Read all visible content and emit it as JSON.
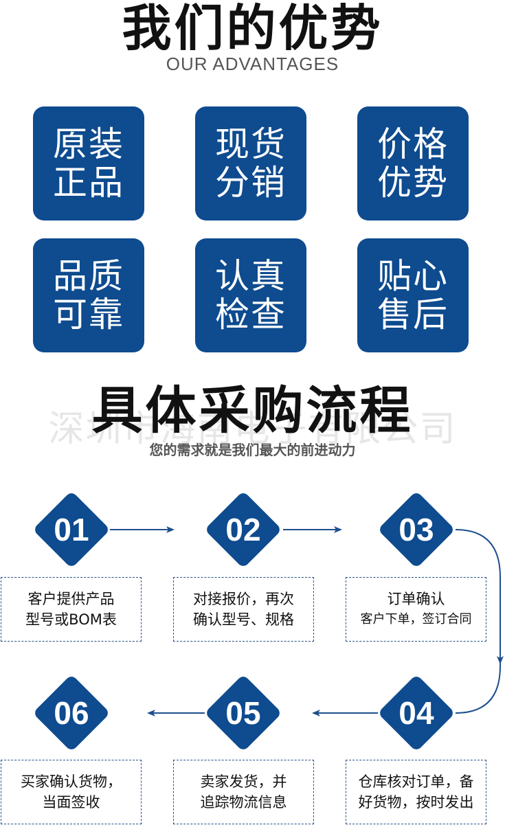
{
  "header": {
    "title": "我们的优势",
    "subtitle": "OUR ADVANTAGES"
  },
  "advantages": [
    {
      "line1": "原装",
      "line2": "正品"
    },
    {
      "line1": "现货",
      "line2": "分销"
    },
    {
      "line1": "价格",
      "line2": "优势"
    },
    {
      "line1": "品质",
      "line2": "可靠"
    },
    {
      "line1": "认真",
      "line2": "检查"
    },
    {
      "line1": "贴心",
      "line2": "售后"
    }
  ],
  "process": {
    "title": "具体采购流程",
    "subtitle": "您的需求就是我们最大的前进动力",
    "watermark": "深圳市海南电子有限公司",
    "steps": [
      {
        "num": "01",
        "line1": "客户提供产品",
        "line2": "型号或BOM表"
      },
      {
        "num": "02",
        "line1": "对接报价，再次",
        "line2": "确认型号、规格"
      },
      {
        "num": "03",
        "line1": "订单确认",
        "line2": "客户下单，签订合同"
      },
      {
        "num": "04",
        "line1": "仓库核对订单，备",
        "line2": "好货物，按时发出"
      },
      {
        "num": "05",
        "line1": "卖家发货，并",
        "line2": "追踪物流信息"
      },
      {
        "num": "06",
        "line1": "买家确认货物，",
        "line2": "当面签收"
      }
    ]
  },
  "colors": {
    "primary": "#0e4b8f",
    "line": "#1d4f8c",
    "dash": "#27508a"
  }
}
